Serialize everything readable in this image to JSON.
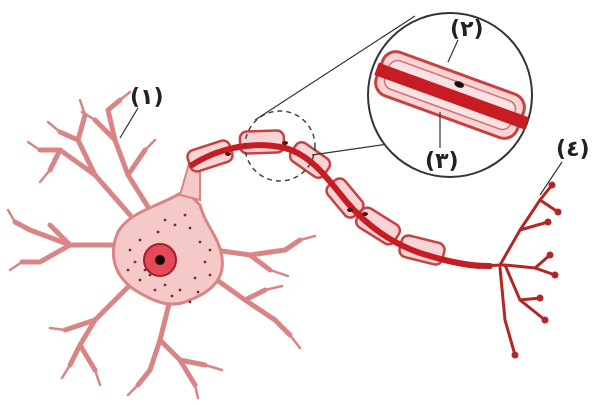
{
  "labels": {
    "dendrites": "(١)",
    "myelin_zoom_top": "(٢)",
    "myelin_zoom_bottom": "(٣)",
    "axon_terminals": "(٤)"
  },
  "colors": {
    "background": "#ffffff",
    "cell_body_fill": "#f6c9c9",
    "dendrite_stroke": "#d98585",
    "nucleus_outer": "#e64a5a",
    "nucleus_inner": "#c0142a",
    "nissl_dots": "#7a3030",
    "myelin_outer": "#c94040",
    "myelin_fill": "#f9d4d4",
    "axon_core": "#c81c24",
    "terminal_stroke": "#b32626",
    "outline": "#222222"
  }
}
